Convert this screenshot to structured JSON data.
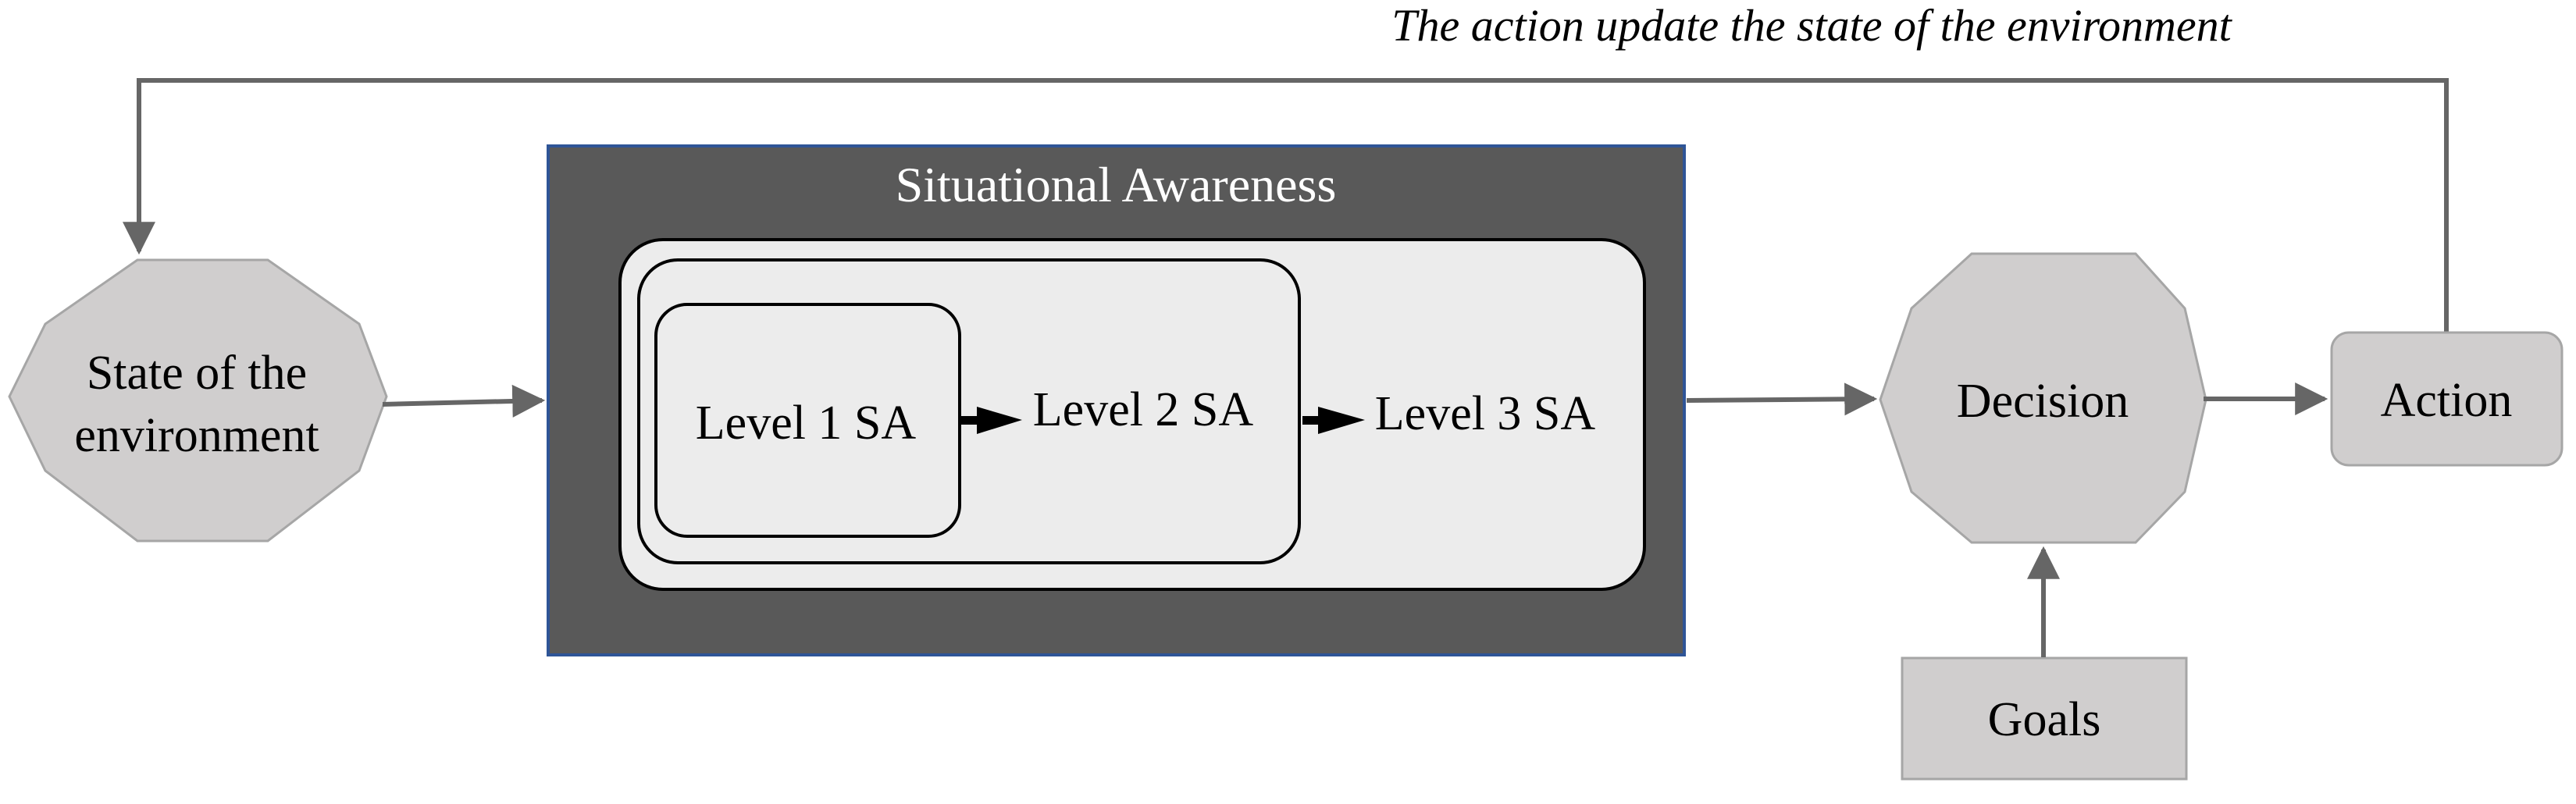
{
  "diagram": {
    "feedback_label": "The action update the state of the environment",
    "situational_awareness": {
      "title": "Situational Awareness",
      "level1": "Level 1 SA",
      "level2": "Level 2 SA",
      "level3": "Level 3 SA"
    },
    "state_node": {
      "line1": "State of the",
      "line2": "environment"
    },
    "decision_node": "Decision",
    "action_node": "Action",
    "goals_node": "Goals"
  },
  "colors": {
    "sa_background": "#595959",
    "sa_border": "#2f5597",
    "inner_panel": "#ececec",
    "node_fill": "#d0cece",
    "node_border": "#a6a6a6",
    "connector": "#666666",
    "flow_arrow": "#000000"
  }
}
